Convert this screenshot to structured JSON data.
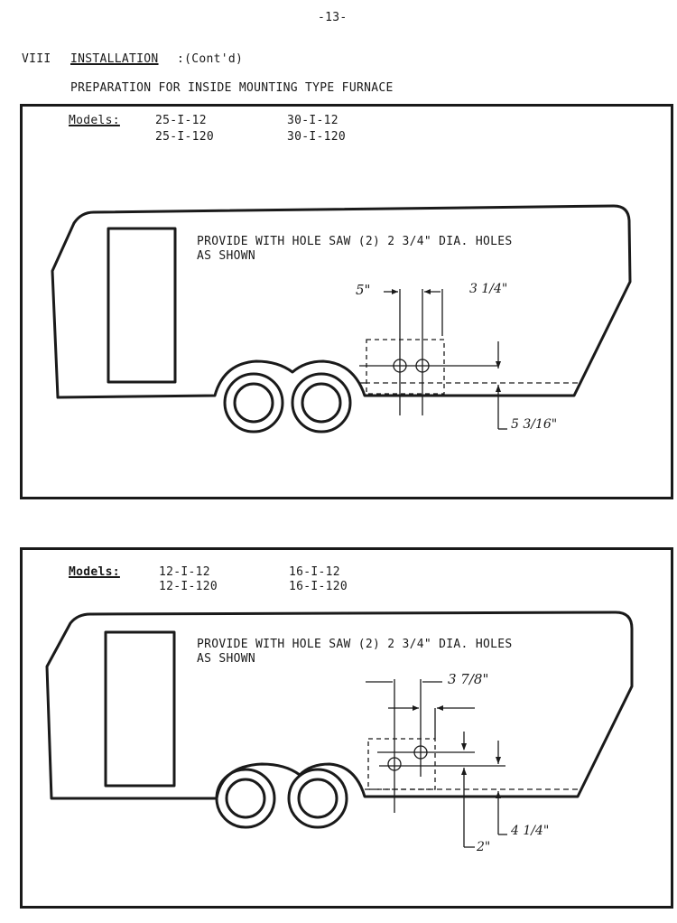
{
  "page_number": "-13-",
  "section": {
    "numeral": "VIII",
    "title": "INSTALLATION",
    "suffix": ":(Cont'd)"
  },
  "subtitle": "PREPARATION FOR INSIDE MOUNTING TYPE FURNACE",
  "panel1": {
    "models_label": "Models:",
    "models": [
      "25-I-12",
      "25-I-120",
      "30-I-12",
      "30-I-120"
    ],
    "instruction_line1": "PROVIDE WITH HOLE SAW (2) 2 3/4\" DIA. HOLES",
    "instruction_line2": "AS SHOWN",
    "dimensions": {
      "left": "5\"",
      "spacing": "3 1/4\"",
      "height": "5 3/16\""
    }
  },
  "panel2": {
    "models_label": "Models:",
    "models": [
      "12-I-12",
      "12-I-120",
      "16-I-12",
      "16-I-120"
    ],
    "instruction_line1": "PROVIDE WITH HOLE SAW (2) 2 3/4\" DIA. HOLES",
    "instruction_line2": "AS SHOWN",
    "dimensions": {
      "spacing": "3 7/8\"",
      "lower": "2\"",
      "height": "4 1/4\""
    }
  }
}
